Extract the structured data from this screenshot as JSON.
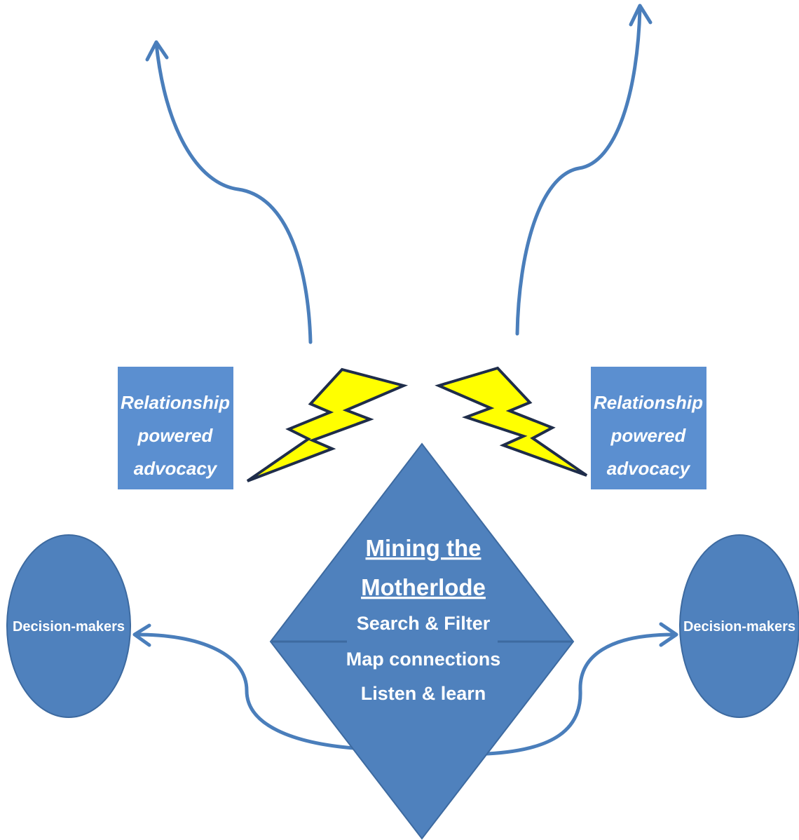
{
  "colors": {
    "shape_fill": "#4f81bd",
    "box_fill": "#5b8fd0",
    "arrow": "#4a7ebb",
    "bolt_fill": "#ffff00",
    "bolt_stroke": "#1f2d4a",
    "text": "#ffffff"
  },
  "left_box": {
    "lines": [
      "Relationship",
      "powered",
      "advocacy"
    ]
  },
  "right_box": {
    "lines": [
      "Relationship",
      "powered",
      "advocacy"
    ]
  },
  "left_ellipse": {
    "label": "Decision-makers"
  },
  "right_ellipse": {
    "label": "Decision-makers"
  },
  "diamond": {
    "title_lines": [
      "Mining the",
      "Motherlode"
    ],
    "items": [
      "Search & Filter",
      "Map connections",
      "Listen & learn"
    ]
  },
  "icons": {
    "bolts": [
      "lightning-bolt-icon",
      "lightning-bolt-icon"
    ],
    "arrows": [
      "curved-arrow-up",
      "curved-arrow-up",
      "curved-arrow-left",
      "curved-arrow-right"
    ]
  }
}
